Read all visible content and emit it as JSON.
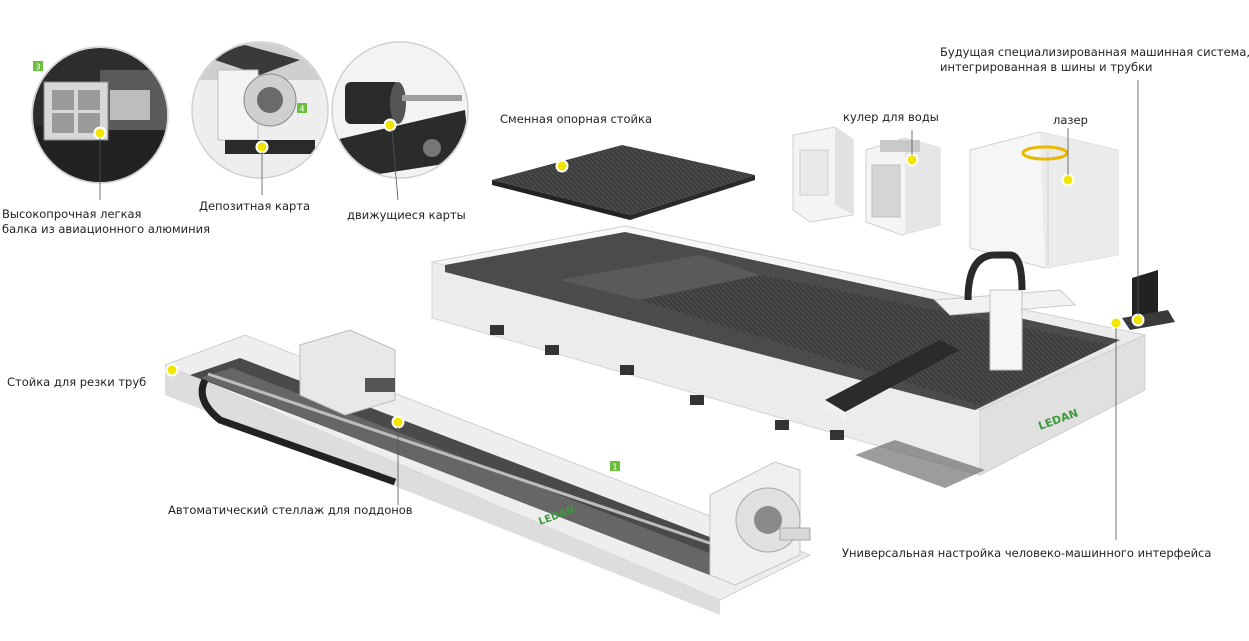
{
  "labels": {
    "beam": [
      "Высокопрочная легкая",
      "балка из авиационного алюминия"
    ],
    "deposit_card": "Депозитная карта",
    "moving_cards": "движущиеся карты",
    "support_rack": "Сменная опорная стойка",
    "water_cooler": "кулер для воды",
    "laser": "лазер",
    "machine_system": [
      "Будущая специализированная машинная система,",
      "интегрированная в шины и трубки"
    ],
    "tube_rack": "Стойка для резки труб",
    "pallet_rack": "Автоматический стеллаж для поддонов",
    "hmi": "Универсальная настройка человеко-машинного интерфейса"
  },
  "badges": {
    "one": "1",
    "three": "3",
    "four": "4"
  },
  "brand": "LEDAN",
  "colors": {
    "accent_dot": "#f2e600",
    "badge_green": "#6cbf3a",
    "machine_white": "#f2f2f2",
    "grate_dark": "#3a3a3a",
    "brand_green": "#3c9a3c"
  }
}
